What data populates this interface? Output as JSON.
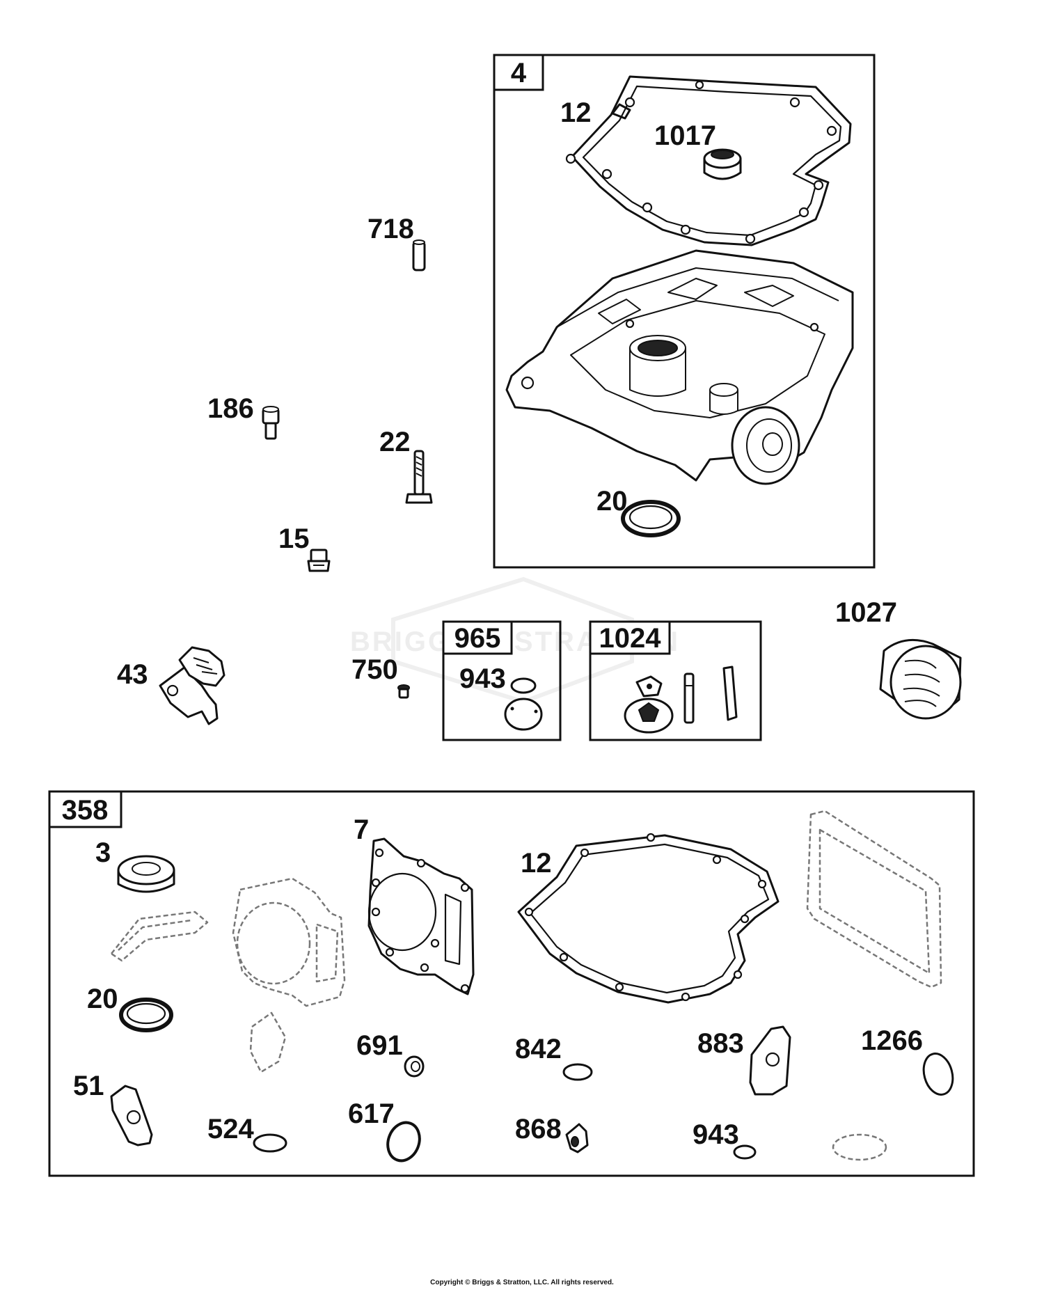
{
  "diagram": {
    "group_labels": {
      "kit_4": "4",
      "kit_965": "965",
      "kit_1024": "1024",
      "kit_358": "358"
    },
    "callouts": {
      "k4_12": "12",
      "k4_1017": "1017",
      "k4_20": "20",
      "p718": "718",
      "p186": "186",
      "p22": "22",
      "p15": "15",
      "p43": "43",
      "p750": "750",
      "k965_943": "943",
      "p1027": "1027",
      "k358_3": "3",
      "k358_7": "7",
      "k358_12": "12",
      "k358_20": "20",
      "k358_691": "691",
      "k358_842": "842",
      "k358_883": "883",
      "k358_1266": "1266",
      "k358_51": "51",
      "k358_524": "524",
      "k358_617": "617",
      "k358_868": "868",
      "k358_943": "943"
    },
    "watermark": "BRIGGS & STRATTON",
    "copyright": "Copyright © Briggs & Stratton, LLC. All rights reserved."
  }
}
